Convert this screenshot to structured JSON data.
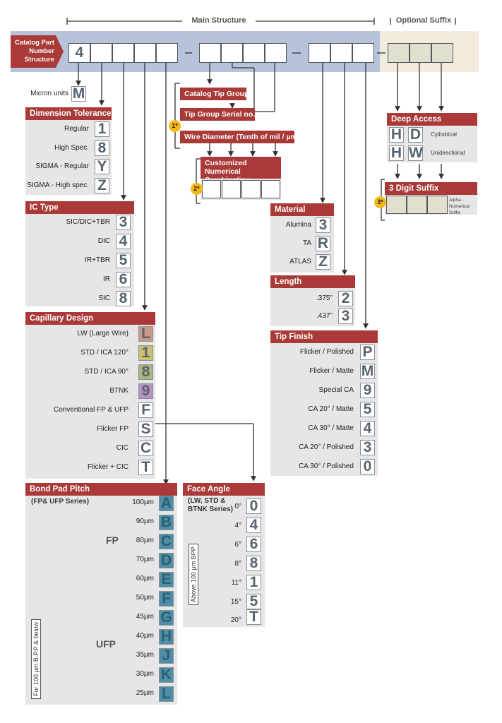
{
  "header": {
    "main_structure": "Main Structure",
    "optional_suffix": "Optional Suffix"
  },
  "catalog_label": "Catalog Part Number Structure",
  "first_digit": "4",
  "micron_units": {
    "label": "Micron units",
    "code": "M"
  },
  "dimension_tolerances": {
    "title": "Dimension Tolerances",
    "items": [
      {
        "label": "Regular",
        "code": "1"
      },
      {
        "label": "High Spec.",
        "code": "8"
      },
      {
        "label": "SIGMA - Regular",
        "code": "Y"
      },
      {
        "label": "SIGMA - High spec.",
        "code": "Z"
      }
    ]
  },
  "ic_type": {
    "title": "IC Type",
    "items": [
      {
        "label": "SIC/DIC+TBR",
        "code": "3"
      },
      {
        "label": "DIC",
        "code": "4"
      },
      {
        "label": "IR+TBR",
        "code": "5"
      },
      {
        "label": "IR",
        "code": "6"
      },
      {
        "label": "SIC",
        "code": "8"
      }
    ]
  },
  "capillary_design": {
    "title": "Capillary Design",
    "items": [
      {
        "label": "LW (Large Wire)",
        "code": "L",
        "color": "#c79a86"
      },
      {
        "label": "STD / ICA 120°",
        "code": "1",
        "color": "#c8c06d"
      },
      {
        "label": "STD / ICA 90°",
        "code": "8",
        "color": "#a8b57b"
      },
      {
        "label": "BTNK",
        "code": "9",
        "color": "#b592c2"
      },
      {
        "label": "Conventional FP & UFP",
        "code": "F",
        "color": "#ffffff"
      },
      {
        "label": "Flicker FP",
        "code": "S",
        "color": "#ffffff"
      },
      {
        "label": "CIC",
        "code": "C",
        "color": "#ffffff"
      },
      {
        "label": "Flicker + CIC",
        "code": "T",
        "color": "#ffffff"
      }
    ]
  },
  "bond_pad_pitch": {
    "title": "Bond Pad Pitch",
    "subtitle": "(FP& UFP Series)",
    "fp_label": "FP",
    "ufp_label": "UFP",
    "side_note": "For 100 µm B.P.P & below",
    "items": [
      {
        "label": "100µm",
        "code": "A"
      },
      {
        "label": "90µm",
        "code": "B"
      },
      {
        "label": "80µm",
        "code": "C"
      },
      {
        "label": "70µm",
        "code": "D"
      },
      {
        "label": "60µm",
        "code": "E"
      },
      {
        "label": "50µm",
        "code": "F"
      },
      {
        "label": "45µm",
        "code": "G"
      },
      {
        "label": "40µm",
        "code": "H"
      },
      {
        "label": "35µm",
        "code": "J"
      },
      {
        "label": "30µm",
        "code": "K"
      },
      {
        "label": "25µm",
        "code": "L"
      }
    ]
  },
  "face_angle": {
    "title": "Face Angle",
    "subtitle": "(LW, STD & BTNK Series)",
    "side_note": "Above 100 µm BPP",
    "items": [
      {
        "label": "0°",
        "code": "0"
      },
      {
        "label": "4°",
        "code": "4"
      },
      {
        "label": "6°",
        "code": "6"
      },
      {
        "label": "8°",
        "code": "8"
      },
      {
        "label": "11°",
        "code": "1"
      },
      {
        "label": "15°",
        "code": "5"
      },
      {
        "label": "20°",
        "code": "T"
      }
    ]
  },
  "tip_group": {
    "catalog_tip_group": "Catalog Tip Group",
    "serial": "Tip Group Serial no.",
    "wire_diameter": "Wire Diameter (Tenth of mil / µm)",
    "badge1": "1*",
    "customized": "Customized Numerical Combination",
    "badge2": "2*"
  },
  "material": {
    "title": "Material",
    "items": [
      {
        "label": "Alumina",
        "code": "3"
      },
      {
        "label": "TA",
        "code": "R"
      },
      {
        "label": "ATLAS",
        "code": "Z"
      }
    ]
  },
  "length": {
    "title": "Length",
    "items": [
      {
        "label": ".375\"",
        "code": "2"
      },
      {
        "label": ".437\"",
        "code": "3"
      }
    ]
  },
  "tip_finish": {
    "title": "Tip Finish",
    "items": [
      {
        "label": "Flicker / Polished",
        "code": "P"
      },
      {
        "label": "Flicker / Matte",
        "code": "M"
      },
      {
        "label": "Special CA",
        "code": "9"
      },
      {
        "label": "CA 20° / Matte",
        "code": "5"
      },
      {
        "label": "CA 30° / Matte",
        "code": "4"
      },
      {
        "label": "CA 20° / Polished",
        "code": "3"
      },
      {
        "label": "CA 30° / Polished",
        "code": "0"
      }
    ]
  },
  "deep_access": {
    "title": "Deep Access",
    "rows": [
      {
        "codes": [
          "H",
          "D"
        ],
        "label": "Cylindrical"
      },
      {
        "codes": [
          "H",
          "W"
        ],
        "label": "Unidirectional"
      }
    ]
  },
  "digit_suffix": {
    "title": "3 Digit Suffix",
    "badge": "3*",
    "note": "Alpha - Numerical Suffix"
  },
  "colors": {
    "header_red": "#a93a37",
    "panel_gray": "#e6e6e8",
    "strip_blue": "#b7c3da",
    "strip_beige": "#f3ecdc",
    "bond_pad_teal": "#4e8ea6"
  }
}
